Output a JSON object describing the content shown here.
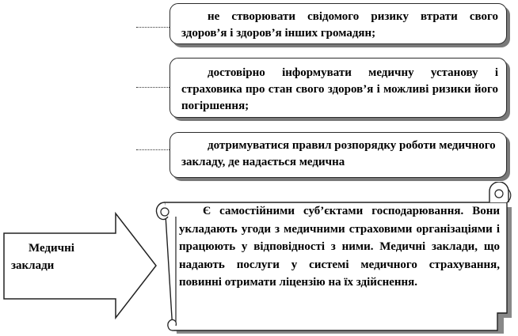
{
  "duties": [
    {
      "text": "не створювати свідомого ризику втрати свого здоров’я і здоров’я інших громадян;"
    },
    {
      "text": "достовірно інформувати медичну установу і страховика про стан свого здоров’я і можливі ризики його погіршення;"
    },
    {
      "text": "дотримуватися правил розпорядку роботи медичного закладу, де надається медична"
    }
  ],
  "arrow": {
    "line1": "Медичні",
    "line2": "заклади"
  },
  "scroll": {
    "text": "Є самостійними суб’єктами господарювання. Вони укладають угоди з медичними страховими організаціями і працюють у відповідності з ними. Медичні заклади, що надають послуги у системі медичного страхування, повинні отримати ліцензію на їх здійснення."
  }
}
